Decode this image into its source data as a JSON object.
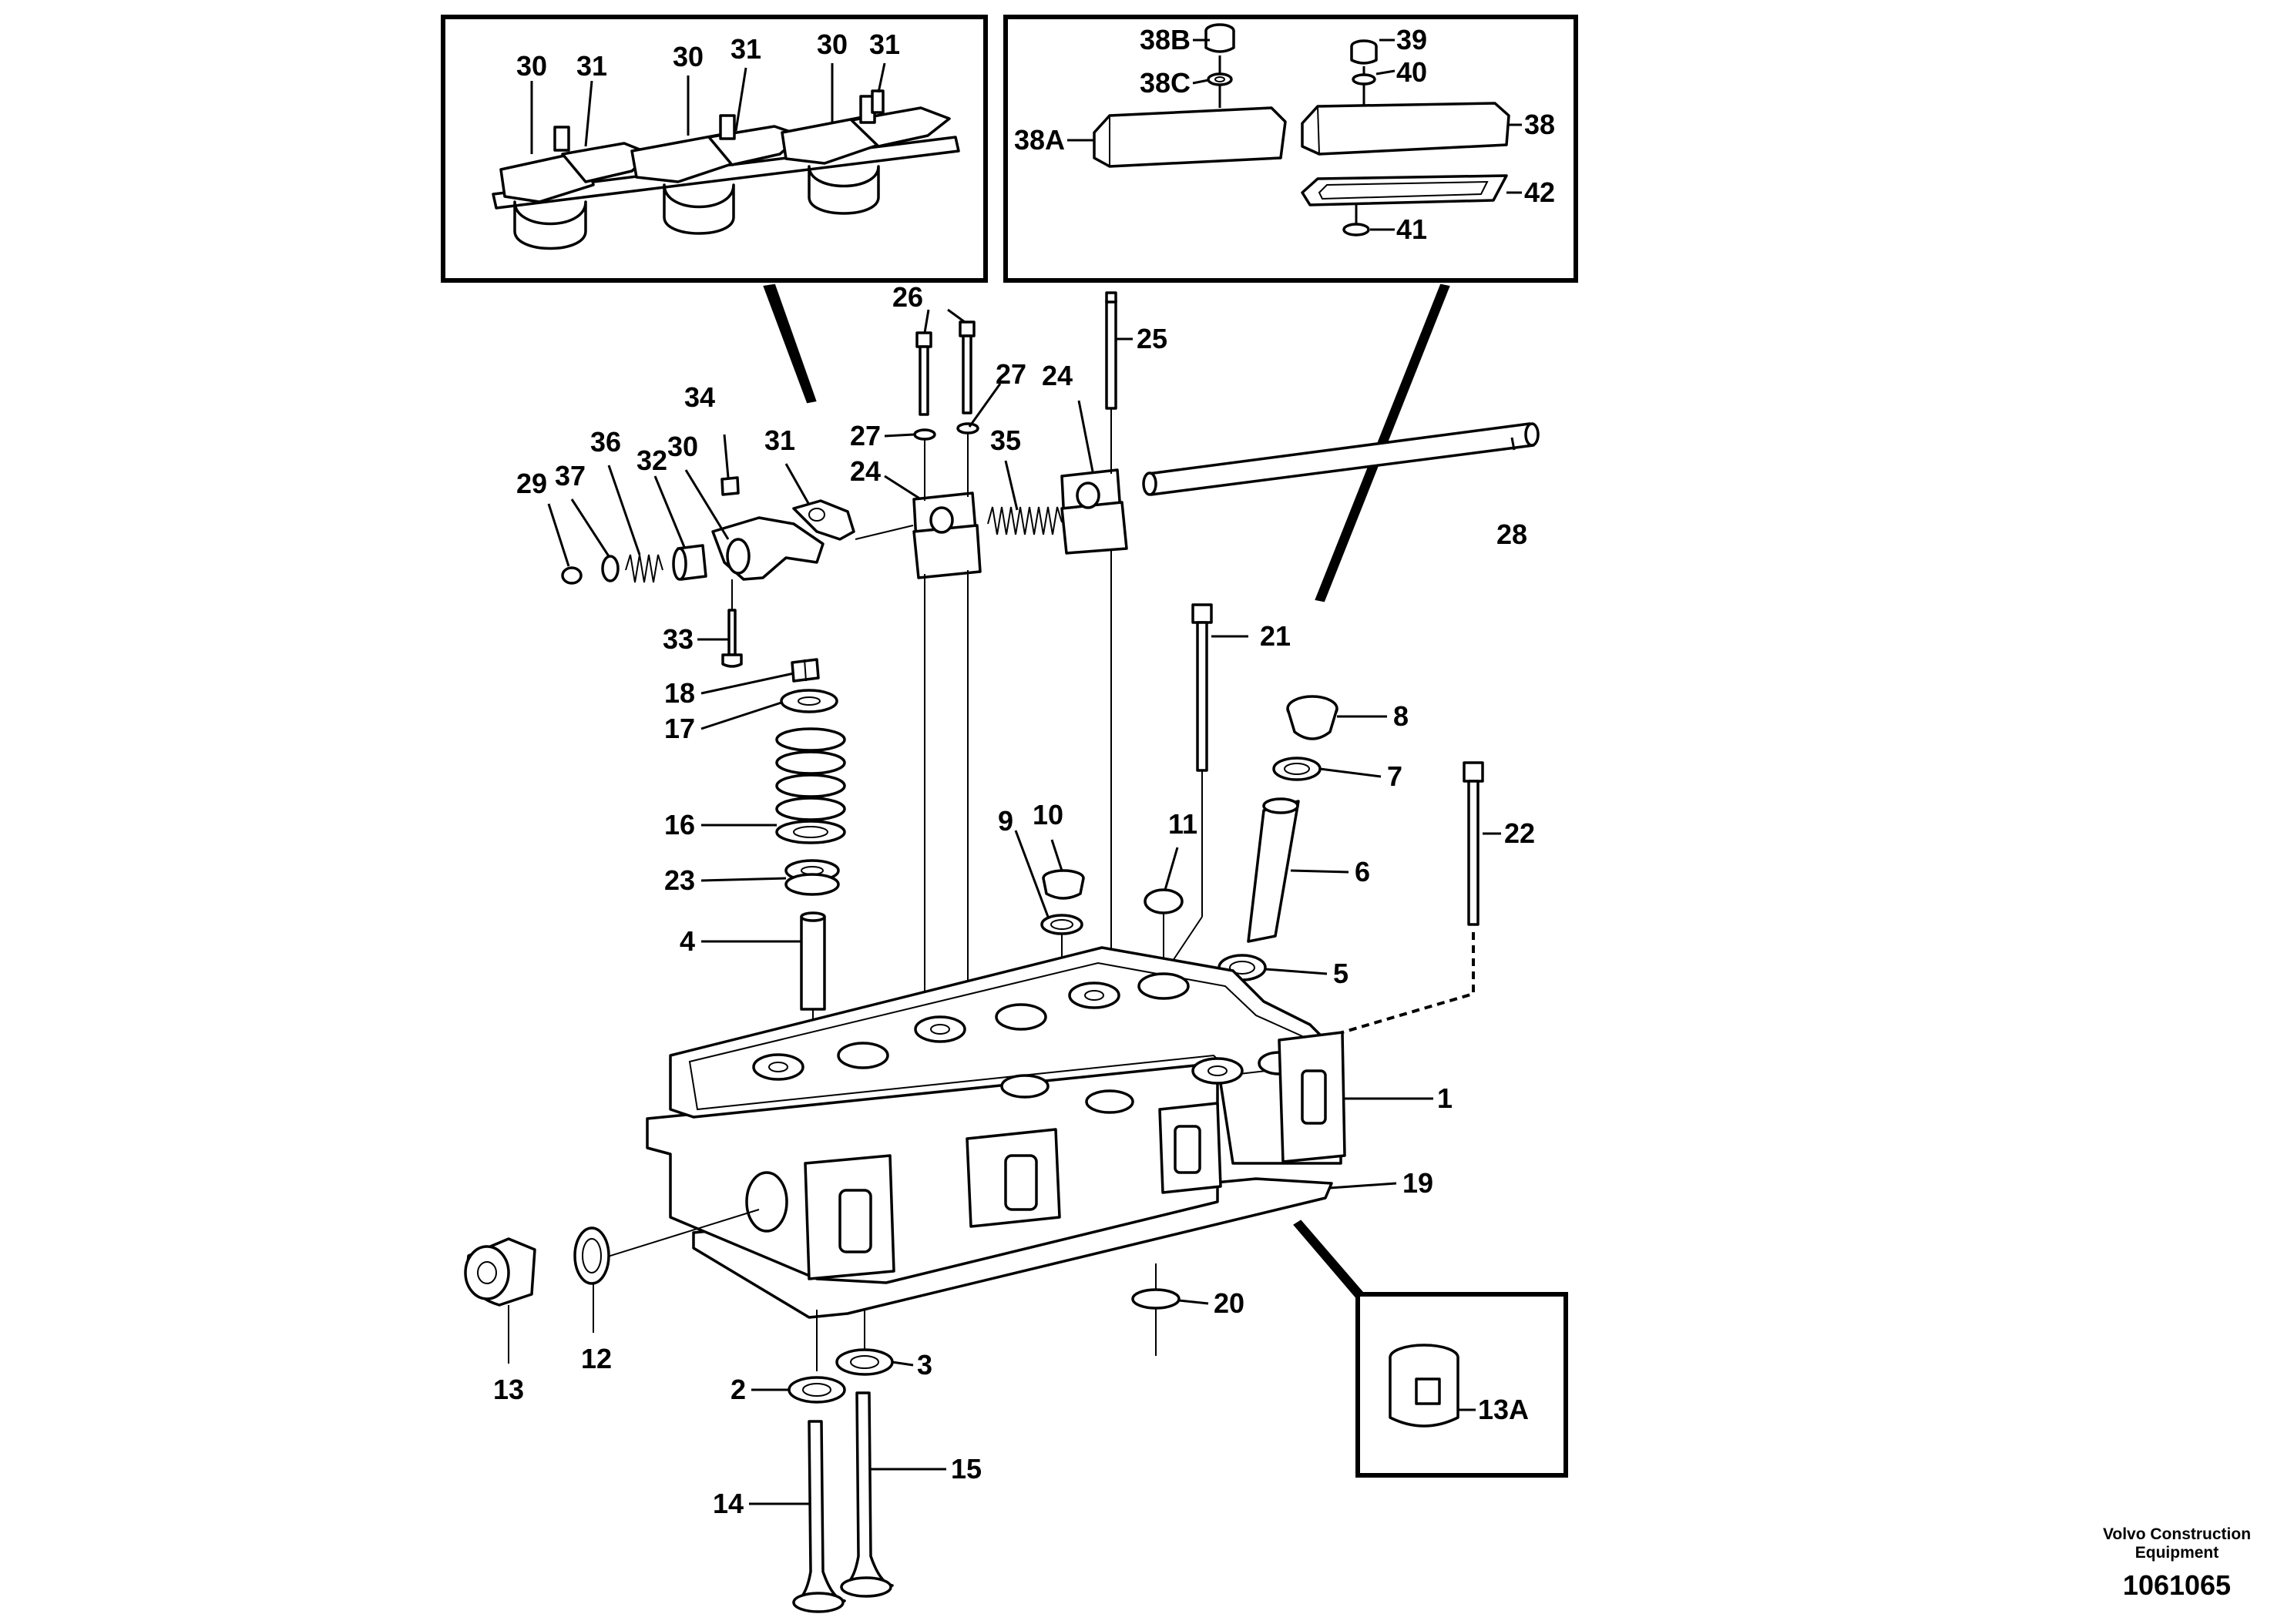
{
  "diagram": {
    "callouts": {
      "p1": "1",
      "p2": "2",
      "p3": "3",
      "p4": "4",
      "p5": "5",
      "p6": "6",
      "p7": "7",
      "p8": "8",
      "p9": "9",
      "p10": "10",
      "p11": "11",
      "p12": "12",
      "p13": "13",
      "p13A": "13A",
      "p14": "14",
      "p15": "15",
      "p16": "16",
      "p17": "17",
      "p18": "18",
      "p19": "19",
      "p20": "20",
      "p21": "21",
      "p22": "22",
      "p23": "23",
      "p24a": "24",
      "p24b": "24",
      "p25": "25",
      "p26": "26",
      "p27a": "27",
      "p27b": "27",
      "p28": "28",
      "p29": "29",
      "p30": "30",
      "p31": "31",
      "p32": "32",
      "p33": "33",
      "p34": "34",
      "p35": "35",
      "p36": "36",
      "p37": "37",
      "d30a": "30",
      "d31a": "31",
      "d30b": "30",
      "d31b": "31",
      "d30c": "30",
      "d31c": "31",
      "p38": "38",
      "p38A": "38A",
      "p38B": "38B",
      "p38C": "38C",
      "p39": "39",
      "p40": "40",
      "p41": "41",
      "p42": "42"
    },
    "footer": {
      "credit_line1": "Volvo Construction",
      "credit_line2": "Equipment",
      "document_number": "1061065"
    }
  }
}
